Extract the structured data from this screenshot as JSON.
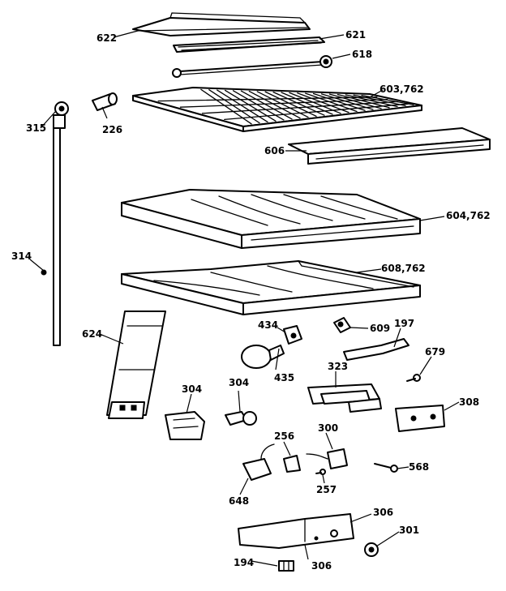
{
  "diagram": {
    "callouts": [
      {
        "id": "622",
        "text": "622"
      },
      {
        "id": "621",
        "text": "621"
      },
      {
        "id": "618",
        "text": "618"
      },
      {
        "id": "603",
        "text": "603,762"
      },
      {
        "id": "315",
        "text": "315"
      },
      {
        "id": "226",
        "text": "226"
      },
      {
        "id": "606",
        "text": "606"
      },
      {
        "id": "604",
        "text": "604,762"
      },
      {
        "id": "314",
        "text": "314"
      },
      {
        "id": "608",
        "text": "608,762"
      },
      {
        "id": "624",
        "text": "624"
      },
      {
        "id": "434",
        "text": "434"
      },
      {
        "id": "609",
        "text": "609"
      },
      {
        "id": "197",
        "text": "197"
      },
      {
        "id": "679",
        "text": "679"
      },
      {
        "id": "435",
        "text": "435"
      },
      {
        "id": "323",
        "text": "323"
      },
      {
        "id": "304a",
        "text": "304"
      },
      {
        "id": "304b",
        "text": "304"
      },
      {
        "id": "308",
        "text": "308"
      },
      {
        "id": "256",
        "text": "256"
      },
      {
        "id": "300",
        "text": "300"
      },
      {
        "id": "568",
        "text": "568"
      },
      {
        "id": "257",
        "text": "257"
      },
      {
        "id": "648",
        "text": "648"
      },
      {
        "id": "306a",
        "text": "306"
      },
      {
        "id": "301",
        "text": "301"
      },
      {
        "id": "194",
        "text": "194"
      },
      {
        "id": "306b",
        "text": "306"
      }
    ]
  }
}
